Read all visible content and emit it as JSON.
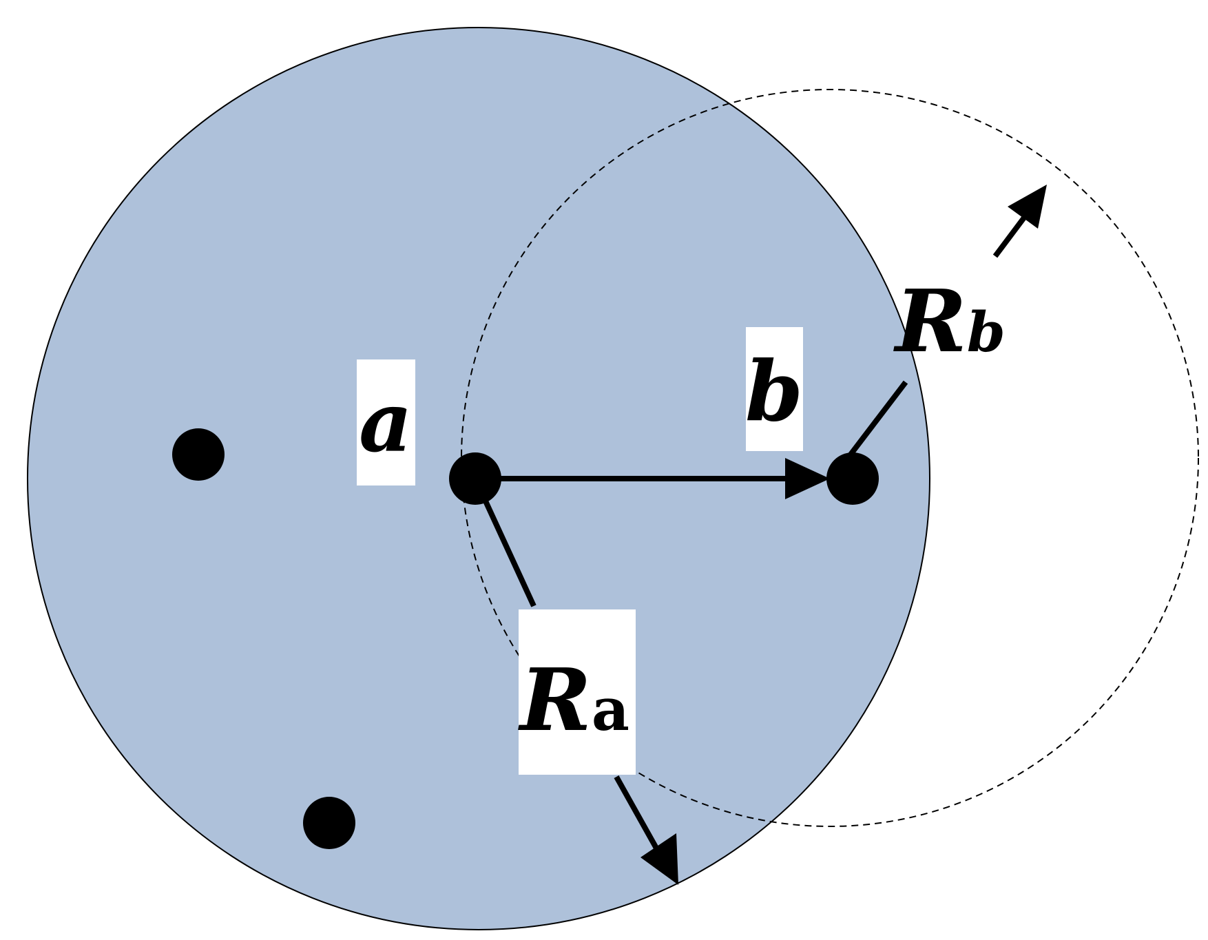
{
  "labels": {
    "a": "a",
    "b": "b",
    "R_a_main": "R",
    "R_a_sub": "a",
    "R_b_main": "R",
    "R_b_sub": "b"
  },
  "colors": {
    "shaded_region": "#aec1da",
    "outline": "#000000",
    "label_box": "#ffffff"
  }
}
